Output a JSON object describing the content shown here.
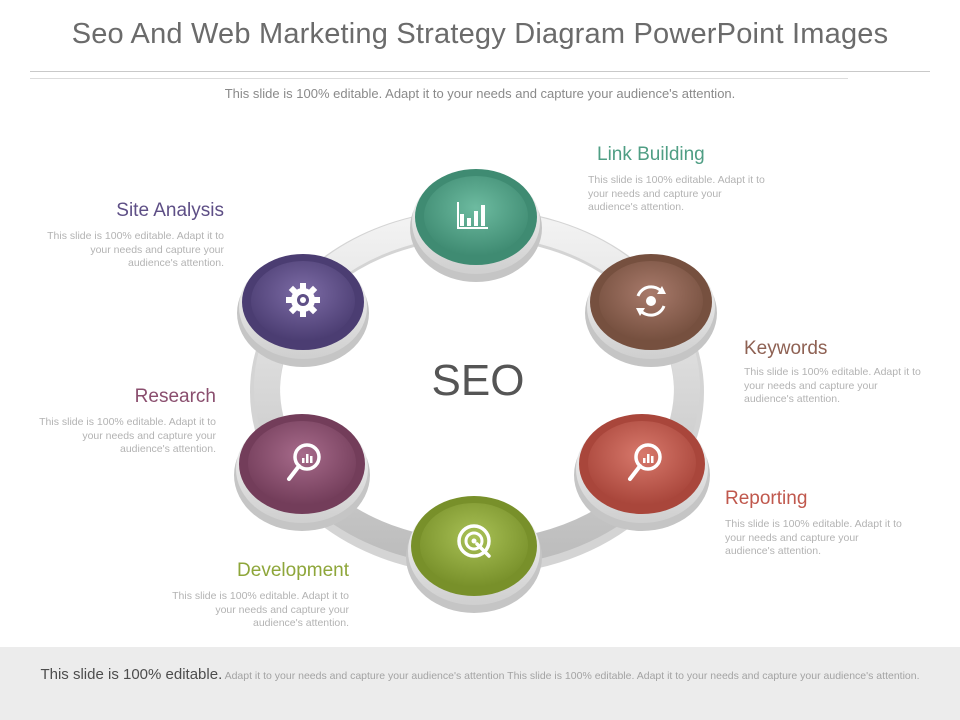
{
  "header": {
    "title": "Seo And Web Marketing Strategy Diagram PowerPoint Images",
    "subtitle": "This slide is 100% editable. Adapt it to your needs and capture your audience's attention."
  },
  "diagram": {
    "center_label": "SEO",
    "nodes": [
      {
        "title": "Link Building",
        "text": "This slide is 100% editable. Adapt it to your needs and capture your audience's attention.",
        "icon": "bar-chart-icon",
        "color": "#4f9e84"
      },
      {
        "title": "Keywords",
        "text": "This slide is 100% editable. Adapt it to your needs and capture your audience's attention.",
        "icon": "gear-refresh-icon",
        "color": "#8e6153"
      },
      {
        "title": "Reporting",
        "text": "This slide is 100% editable. Adapt it to your needs and capture your audience's attention.",
        "icon": "magnifier-chart-icon",
        "color": "#c0584d"
      },
      {
        "title": "Development",
        "text": "This slide is 100% editable. Adapt it to your needs and capture your audience's attention.",
        "icon": "target-icon",
        "color": "#8ea63a"
      },
      {
        "title": "Research",
        "text": "This slide is 100% editable. Adapt it to your needs and capture your audience's attention.",
        "icon": "magnifier-chart-icon",
        "color": "#8a4e6e"
      },
      {
        "title": "Site Analysis",
        "text": "This slide is 100% editable. Adapt it to your needs and capture your audience's attention.",
        "icon": "gear-icon",
        "color": "#5e4f86"
      }
    ]
  },
  "footer": {
    "lead": "This slide is 100% editable.",
    "rest": " Adapt it to your needs and capture your audience's attention This slide is 100% editable. Adapt it to your needs and capture your audience's attention."
  }
}
